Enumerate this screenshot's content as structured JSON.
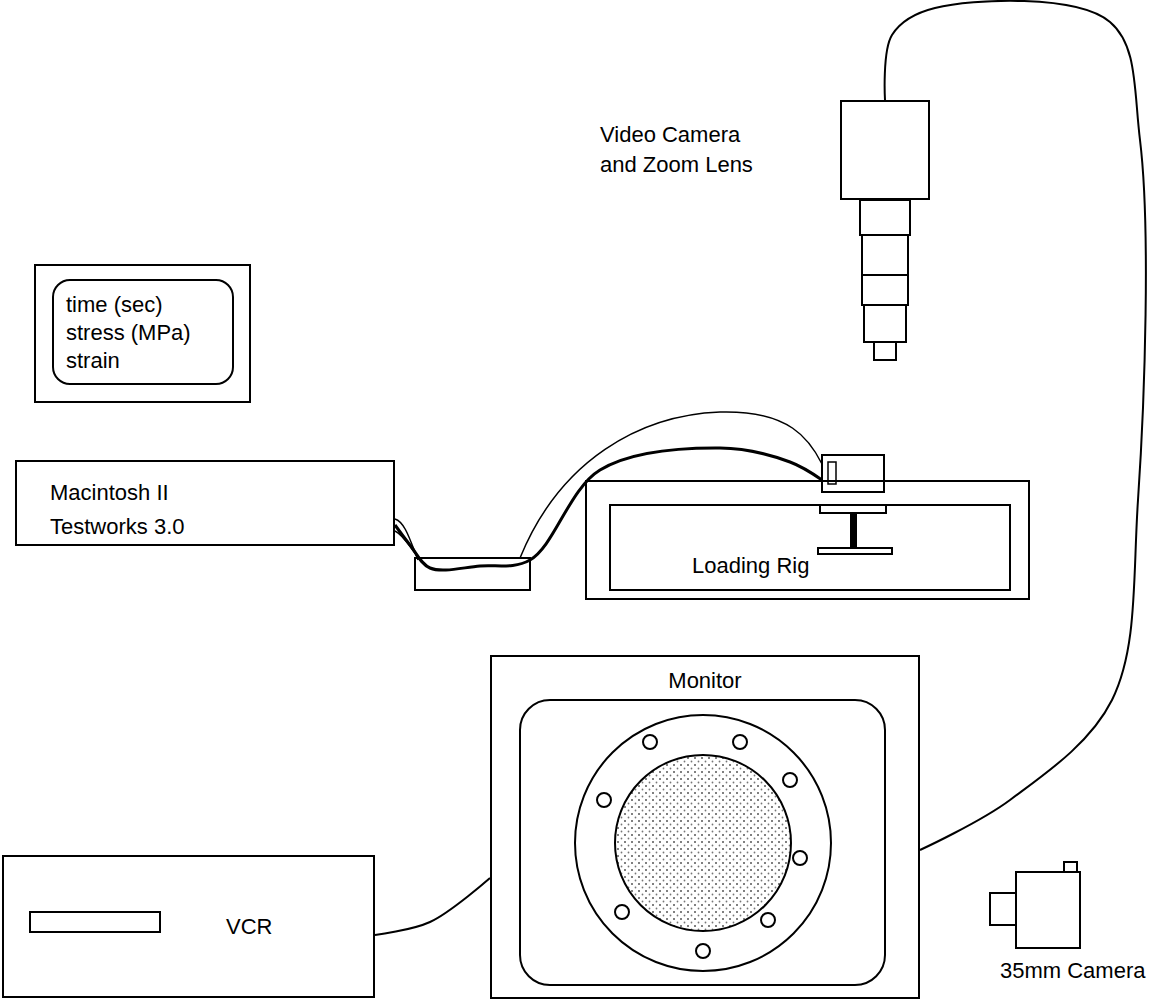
{
  "diagram": {
    "nodes": [
      {
        "text": [
          "Video Camera and Zoom Lens"
        ]
      },
      {
        "text": [
          "time (sec)",
          "stress (MPa)",
          "strain"
        ]
      },
      {
        "text": [
          "Macintosh II",
          "Testworks 3.0"
        ]
      },
      {
        "text": [
          "Loading Rig"
        ]
      },
      {
        "text": [
          "Monitor"
        ]
      },
      {
        "text": [
          "VCR"
        ]
      }
    ],
    "edges": [
      {
        "from": 2,
        "to": 3,
        "arrow": "none"
      },
      {
        "from": 0,
        "to": 4,
        "arrow": "none"
      },
      {
        "from": 5,
        "to": 4,
        "arrow": "none"
      }
    ],
    "labels": [
      "35mm Camera"
    ]
  }
}
